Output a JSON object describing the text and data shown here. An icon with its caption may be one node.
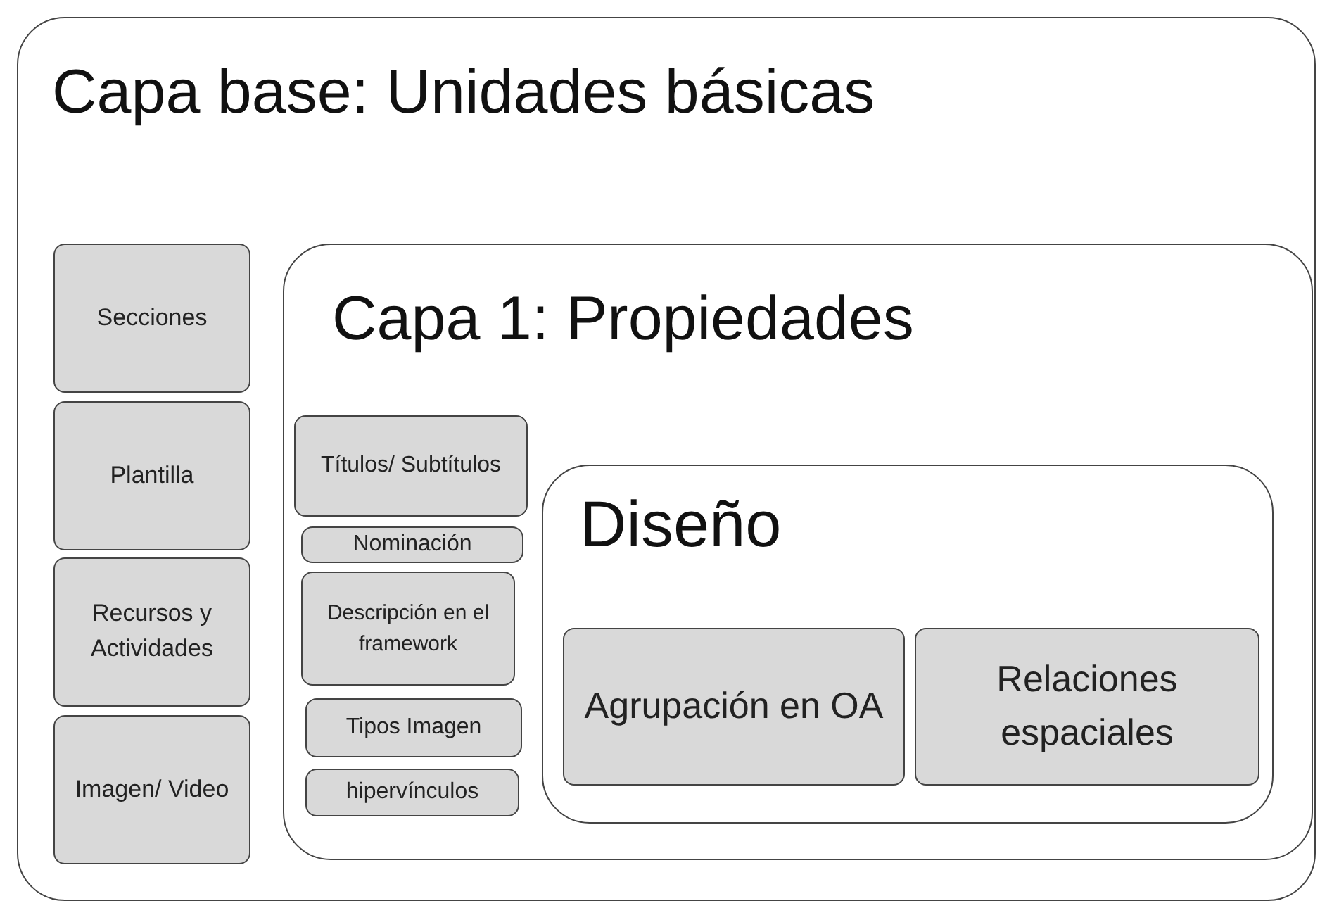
{
  "diagram": {
    "nodes": [
      {
        "text": [
          "Capa base: Unidades básicas"
        ]
      },
      {
        "text": [
          "Secciones"
        ],
        "in": 0
      },
      {
        "text": [
          "Plantilla"
        ],
        "in": 0
      },
      {
        "text": [
          "Recursos y Actividades"
        ],
        "in": 0
      },
      {
        "text": [
          "Imagen/ Video"
        ],
        "in": 0
      },
      {
        "text": [
          "Capa 1: Propiedades"
        ],
        "in": 0
      },
      {
        "text": [
          "Títulos/ Subtítulos"
        ],
        "in": 5
      },
      {
        "text": [
          "Nominación"
        ],
        "in": 5
      },
      {
        "text": [
          "Descripción en el framework"
        ],
        "in": 5
      },
      {
        "text": [
          "Tipos Imagen"
        ],
        "in": 5
      },
      {
        "text": [
          "hipervínculos"
        ],
        "in": 5
      },
      {
        "text": [
          "Diseño"
        ],
        "in": 5
      },
      {
        "text": [
          "Agrupación en OA"
        ],
        "in": 11
      },
      {
        "text": [
          "Relaciones espaciales"
        ],
        "in": 11
      }
    ]
  }
}
